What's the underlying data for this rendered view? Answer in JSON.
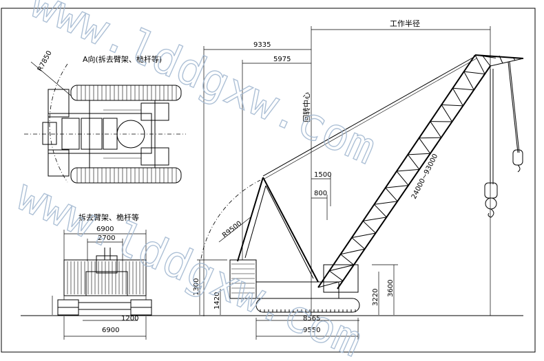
{
  "title_view_a": "A向(拆去臂架、桅杆等)",
  "title_view_side": "拆去臂架、桅杆等",
  "label_work_radius": "工作半径",
  "label_rotation_center": "回转中心",
  "watermark": "www.lddgxw.com",
  "dims": {
    "d9335": "9335",
    "d5975": "5975",
    "d1500": "1500",
    "d800": "800",
    "r9500": "R9500",
    "r7850": "R7850",
    "boom_len": "24000~93000",
    "d6900_top": "6900",
    "d2700": "2700",
    "d6900_bottom": "6900",
    "d1200": "1200",
    "d8565": "8565",
    "d9550": "9550",
    "d1300": "1300",
    "d3220": "3220",
    "d3600": "3600",
    "d1420": "1420"
  }
}
